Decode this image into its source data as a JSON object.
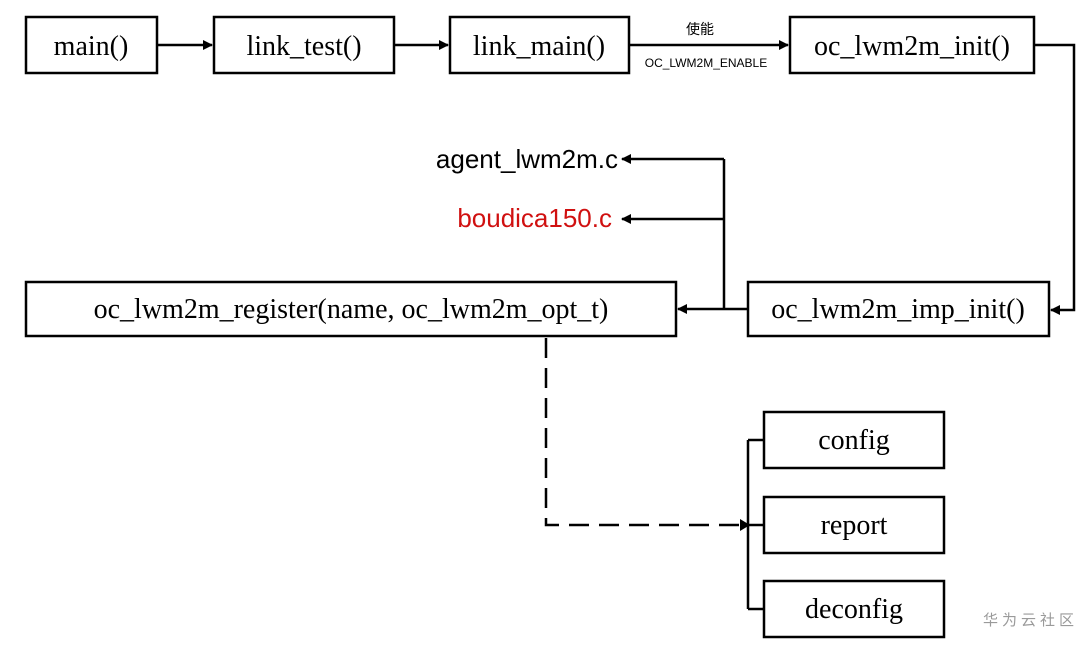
{
  "nodes": {
    "main": "main()",
    "link_test": "link_test()",
    "link_main": "link_main()",
    "oc_lwm2m_init": "oc_lwm2m_init()",
    "oc_lwm2m_imp_init": "oc_lwm2m_imp_init()",
    "oc_lwm2m_register": "oc_lwm2m_register(name, oc_lwm2m_opt_t)",
    "config": "config",
    "report": "report",
    "deconfig": "deconfig"
  },
  "files": {
    "agent": "agent_lwm2m.c",
    "boudica": "boudica150.c",
    "boudica_color": "#d01010"
  },
  "edge_labels": {
    "enable_cn": "使能",
    "enable_macro": "OC_LWM2M_ENABLE"
  },
  "watermark": "华为云社区"
}
